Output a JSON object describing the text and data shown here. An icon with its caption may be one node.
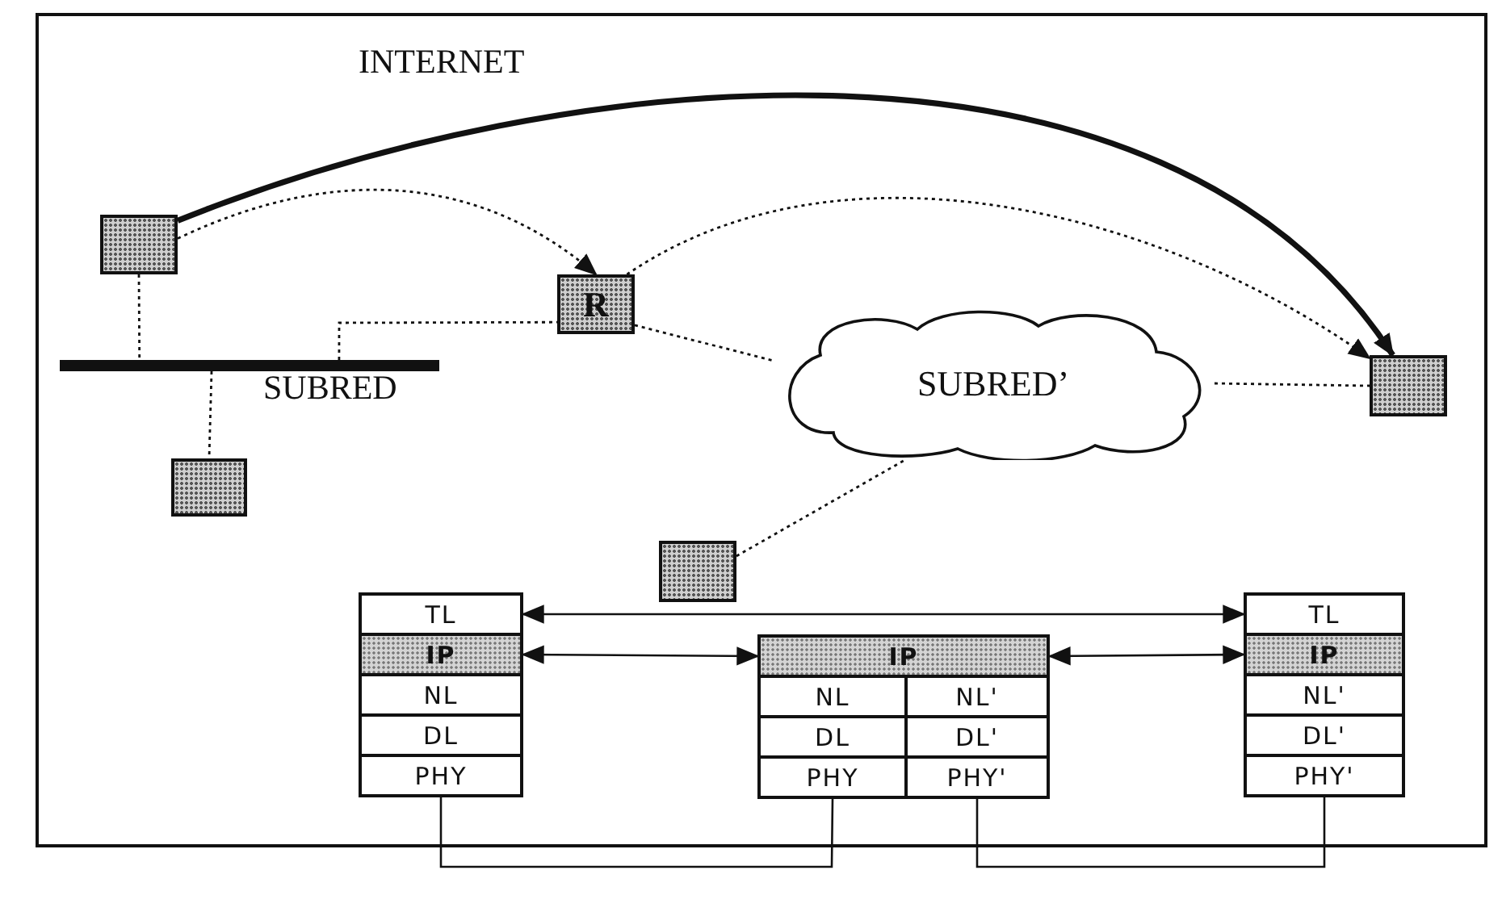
{
  "diagram": {
    "nodes": [
      {
        "text": [],
        "shape": "box"
      },
      {
        "text": [
          "R"
        ]
      },
      {
        "text": [],
        "shape": "bar",
        "beside": [
          "SUBRED"
        ]
      },
      {
        "text": [],
        "shape": "box"
      },
      {
        "text": [
          "SUBRED’"
        ]
      },
      {
        "text": [],
        "shape": "box"
      },
      {
        "text": [],
        "shape": "box"
      },
      {
        "text": [
          "TL"
        ]
      },
      {
        "text": [
          "IP"
        ]
      },
      {
        "text": [
          "NL"
        ]
      },
      {
        "text": [
          "DL"
        ]
      },
      {
        "text": [
          "PHY"
        ]
      },
      {
        "text": [
          "IP"
        ]
      },
      {
        "text": [
          "NL"
        ]
      },
      {
        "text": [
          "NL'"
        ]
      },
      {
        "text": [
          "DL"
        ]
      },
      {
        "text": [
          "DL'"
        ]
      },
      {
        "text": [
          "PHY"
        ]
      },
      {
        "text": [
          "PHY'"
        ]
      },
      {
        "text": [
          "TL"
        ]
      },
      {
        "text": [
          "IP"
        ]
      },
      {
        "text": [
          "NL'"
        ]
      },
      {
        "text": [
          "DL'"
        ]
      },
      {
        "text": [
          "PHY'"
        ]
      }
    ],
    "edges": [
      {
        "from": 0,
        "to": 5,
        "arrow": "to",
        "style": "thick"
      },
      {
        "from": 0,
        "to": 1,
        "arrow": "to",
        "style": "dashed"
      },
      {
        "from": 1,
        "to": 5,
        "arrow": "to",
        "style": "dashed"
      },
      {
        "from": 0,
        "to": 2,
        "arrow": "none",
        "style": "dashed"
      },
      {
        "from": 2,
        "to": 1,
        "arrow": "none",
        "style": "dashed"
      },
      {
        "from": 2,
        "to": 3,
        "arrow": "none",
        "style": "dashed"
      },
      {
        "from": 1,
        "to": 4,
        "arrow": "none",
        "style": "dashed"
      },
      {
        "from": 4,
        "to": 5,
        "arrow": "none",
        "style": "dashed"
      },
      {
        "from": 6,
        "to": 4,
        "arrow": "none",
        "style": "dashed"
      },
      {
        "from": 7,
        "to": 19,
        "arrow": "both"
      },
      {
        "from": 8,
        "to": 12,
        "arrow": "both"
      },
      {
        "from": 12,
        "to": 20,
        "arrow": "both"
      },
      {
        "from": 11,
        "to": 17,
        "arrow": "none"
      },
      {
        "from": 18,
        "to": 23,
        "arrow": "none"
      }
    ],
    "labels": [
      "INTERNET"
    ]
  }
}
